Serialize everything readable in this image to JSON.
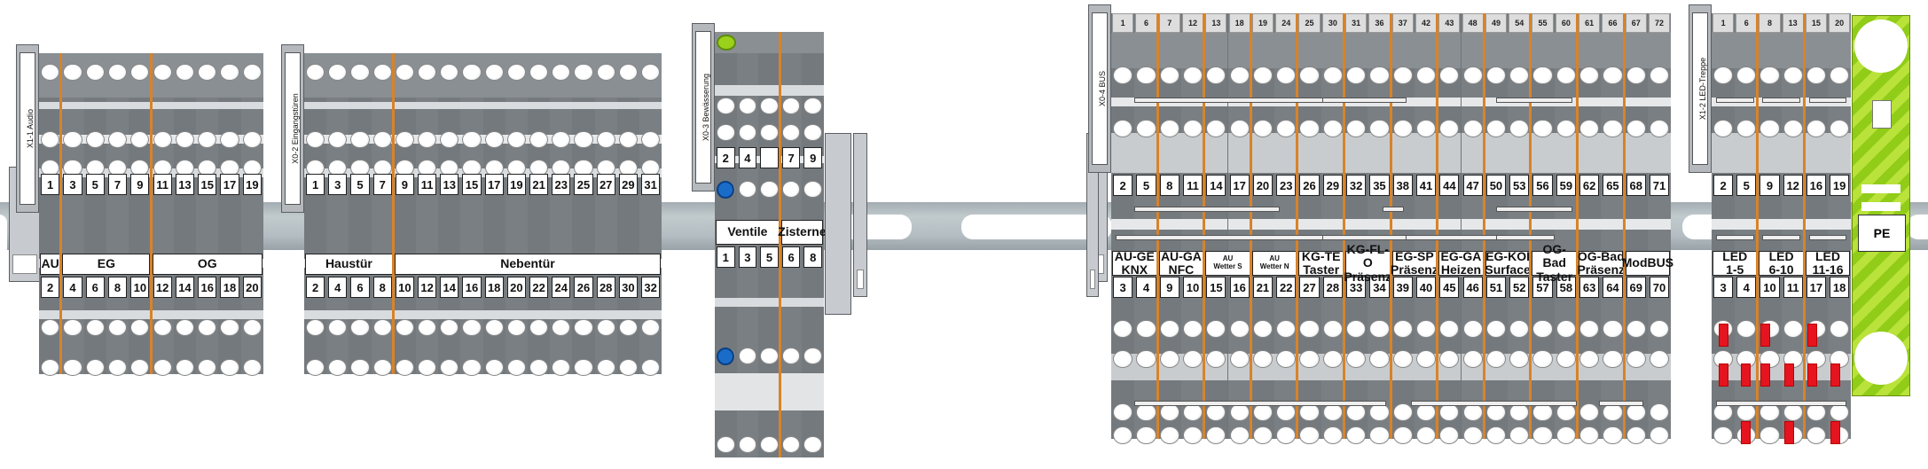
{
  "rails": [
    {
      "label": ""
    }
  ],
  "groups": [
    {
      "id": "x1-1",
      "marker": "X1-1 Audio",
      "top": [
        "1",
        "3",
        "5",
        "7",
        "9",
        "11",
        "13",
        "15",
        "17",
        "19"
      ],
      "bottom": [
        "2",
        "4",
        "6",
        "8",
        "10",
        "12",
        "14",
        "16",
        "18",
        "20"
      ],
      "labels": [
        {
          "text": "AU",
          "span": 1
        },
        {
          "text": "EG",
          "span": 4
        },
        {
          "text": "OG",
          "span": 5
        }
      ]
    },
    {
      "id": "x0-2",
      "marker": "X0-2 Eingangstüren",
      "top": [
        "1",
        "3",
        "5",
        "7",
        "9",
        "11",
        "13",
        "15",
        "17",
        "19",
        "21",
        "23",
        "25",
        "27",
        "29",
        "31"
      ],
      "bottom": [
        "2",
        "4",
        "6",
        "8",
        "10",
        "12",
        "14",
        "16",
        "18",
        "20",
        "22",
        "24",
        "26",
        "28",
        "30",
        "32"
      ],
      "labels": [
        {
          "text": "Haustür",
          "span": 4
        },
        {
          "text": "Nebentür",
          "span": 12
        }
      ]
    },
    {
      "id": "x0-3",
      "marker": "X0-3 Bewässerung",
      "top": [
        "2",
        "4",
        "",
        "7",
        "9"
      ],
      "bottom": [
        "1",
        "3",
        "5",
        "6",
        "8"
      ],
      "labels": [
        {
          "text": "Ventile",
          "span": 3
        },
        {
          "text": "Zisterne",
          "span": 2
        }
      ]
    },
    {
      "id": "x0-4",
      "marker": "X0-4 BUS",
      "toprow": [
        "1",
        "6",
        "7",
        "12",
        "13",
        "18",
        "19",
        "24",
        "25",
        "30",
        "31",
        "36",
        "37",
        "42",
        "43",
        "48",
        "49",
        "54",
        "55",
        "60",
        "61",
        "66",
        "67",
        "72"
      ],
      "top": [
        "2",
        "5",
        "8",
        "11",
        "14",
        "17",
        "20",
        "23",
        "26",
        "29",
        "32",
        "35",
        "38",
        "41",
        "44",
        "47",
        "50",
        "53",
        "56",
        "59",
        "62",
        "65",
        "68",
        "71"
      ],
      "bottom": [
        "3",
        "4",
        "9",
        "10",
        "15",
        "16",
        "21",
        "22",
        "27",
        "28",
        "33",
        "34",
        "39",
        "40",
        "45",
        "46",
        "51",
        "52",
        "57",
        "58",
        "63",
        "64",
        "69",
        "70"
      ],
      "labels": [
        {
          "text": "AU-GE\nKNX",
          "span": 2
        },
        {
          "text": "AU-GA\nNFC",
          "span": 2
        },
        {
          "text": "AU\nWetter S",
          "span": 2,
          "small": true
        },
        {
          "text": "AU\nWetter N",
          "span": 2,
          "small": true
        },
        {
          "text": "KG-TE\nTaster",
          "span": 2
        },
        {
          "text": "KG-FL-O\nPräsenz",
          "span": 2
        },
        {
          "text": "EG-SP\nPräsenz",
          "span": 2
        },
        {
          "text": "EG-GA\nHeizen",
          "span": 2
        },
        {
          "text": "EG-KOI\nSurface",
          "span": 2
        },
        {
          "text": "OG-Bad\nTaster",
          "span": 2
        },
        {
          "text": "OG-Bad\nPräsenz",
          "span": 2
        },
        {
          "text": "ModBUS",
          "span": 2
        }
      ]
    },
    {
      "id": "x1-2",
      "marker": "X1-2 LED-Treppe",
      "toprow": [
        "1",
        "6",
        "8",
        "13",
        "15",
        "20"
      ],
      "top": [
        "2",
        "5",
        "9",
        "12",
        "16",
        "19"
      ],
      "bottom": [
        "3",
        "4",
        "10",
        "11",
        "17",
        "18"
      ],
      "labels": [
        {
          "text": "LED\n1-5",
          "span": 2
        },
        {
          "text": "LED\n6-10",
          "span": 2
        },
        {
          "text": "LED\n11-16",
          "span": 2
        }
      ]
    }
  ],
  "pe": {
    "label": "PE"
  }
}
